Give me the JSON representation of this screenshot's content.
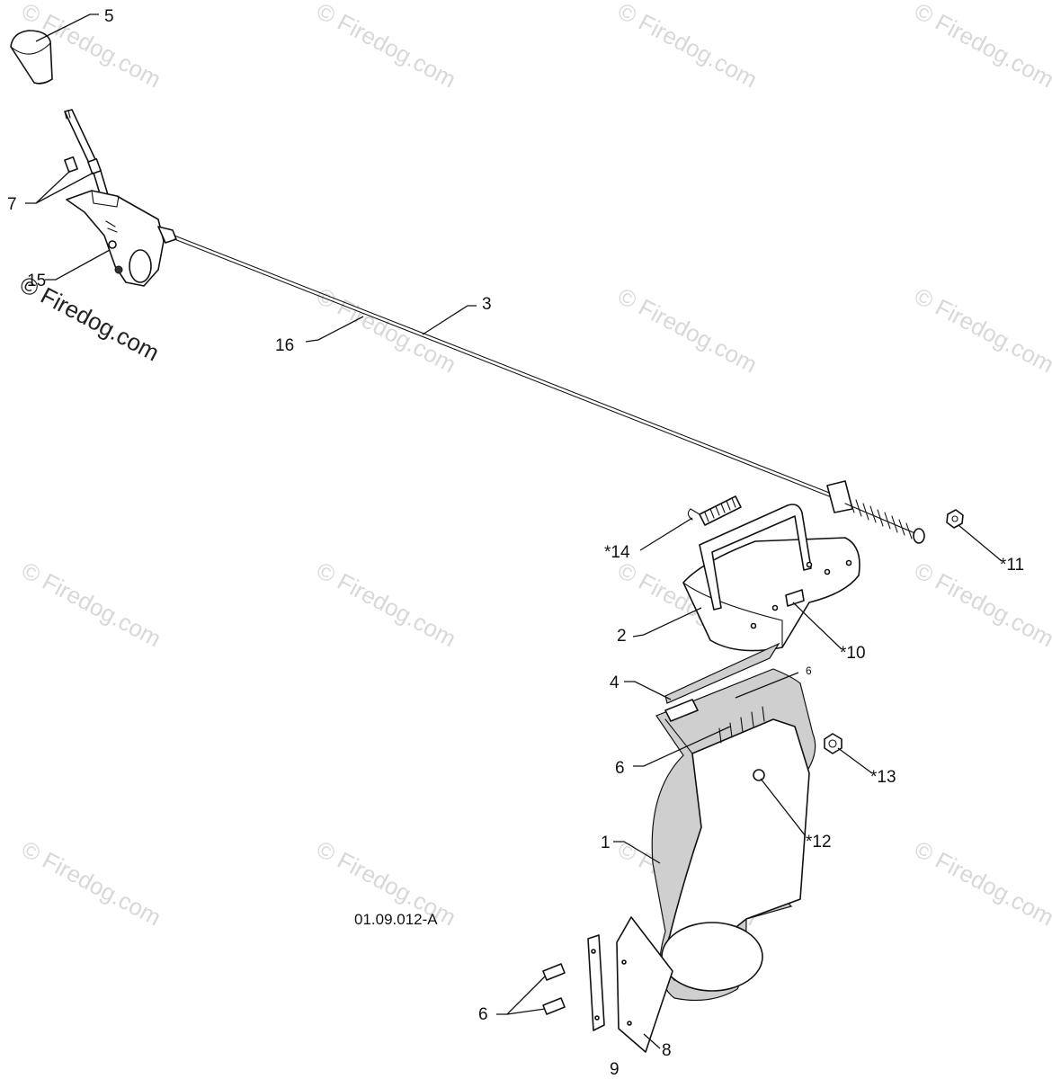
{
  "watermark": "© Firedog.com",
  "drawing_code": "01.09.012-A",
  "labels": {
    "l1": "1",
    "l2": "2",
    "l3": "3",
    "l4": "4",
    "l5": "5",
    "l6a": "6",
    "l6b": "6",
    "l6c": "6",
    "l7": "7",
    "l8": "8",
    "l9": "9",
    "l10": "*10",
    "l11": "*11",
    "l12": "*12",
    "l13": "*13",
    "l14": "*14",
    "l15": "15",
    "l16": "16"
  }
}
